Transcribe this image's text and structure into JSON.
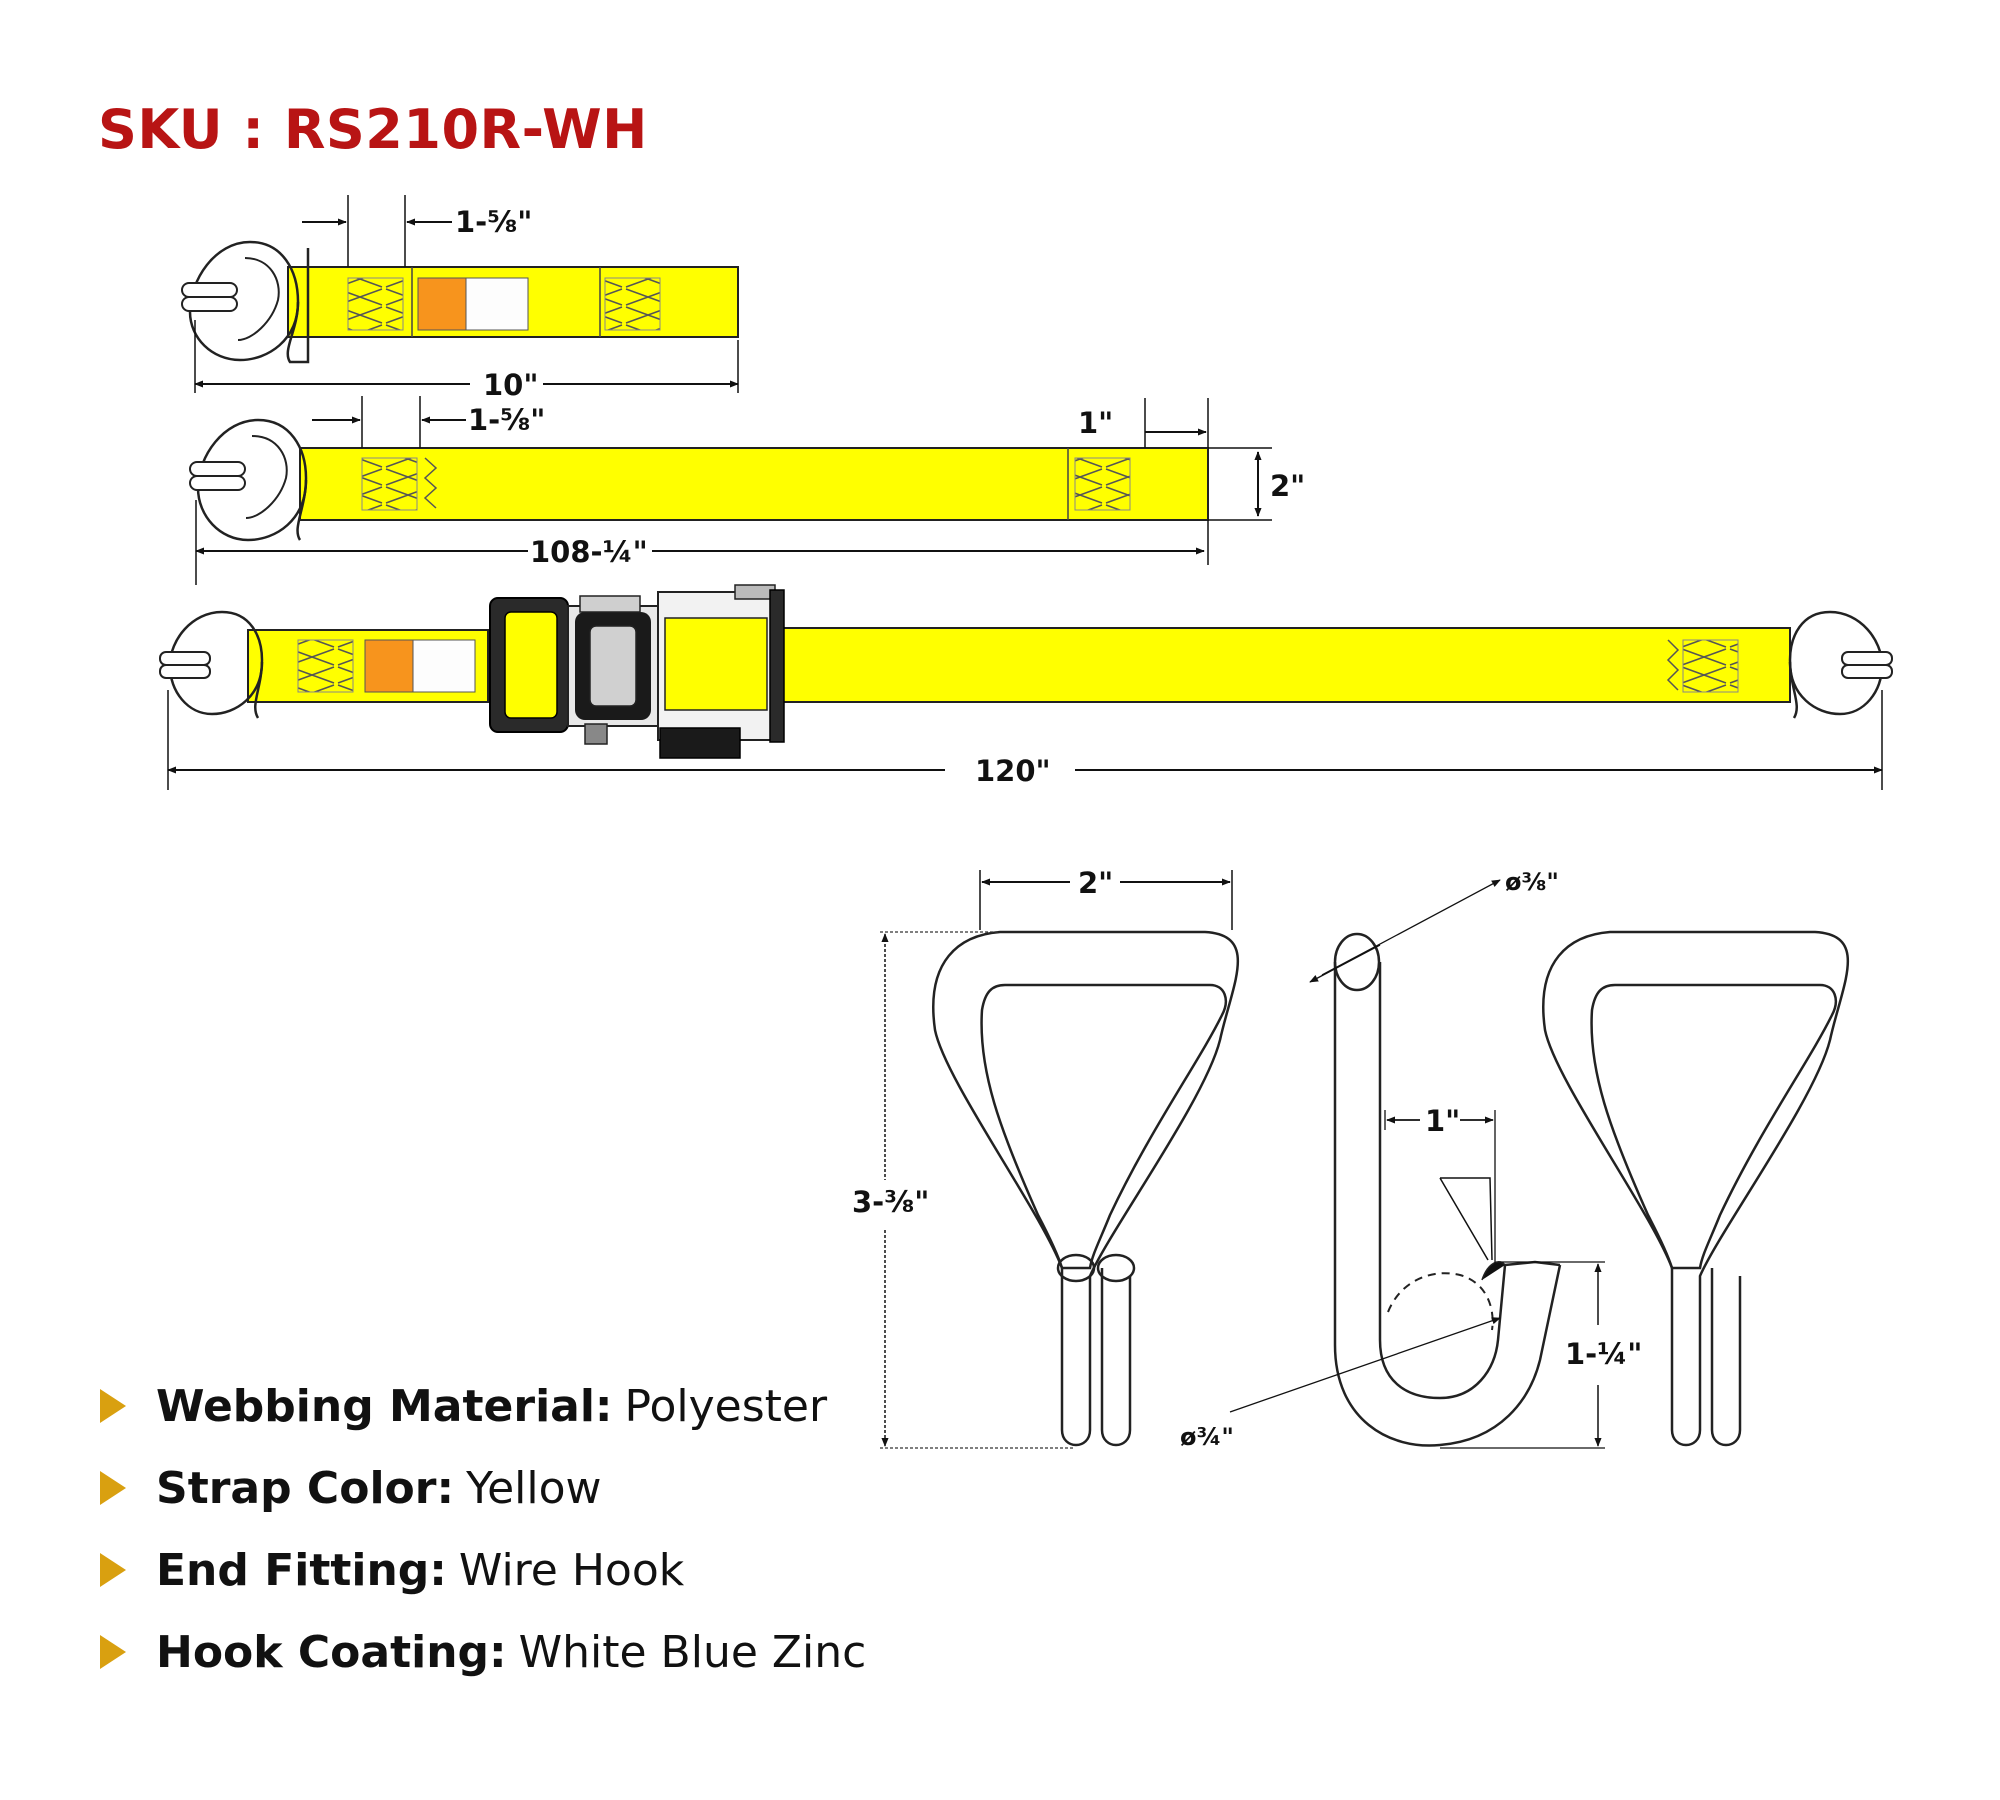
{
  "sku": {
    "text": "SKU : RS210R-WH"
  },
  "dimensions": {
    "short_strap_stitch": "1-⅝\"",
    "short_strap_length": "10\"",
    "long_strap_stitch": "1-⅝\"",
    "long_strap_end": "1\"",
    "strap_width": "2\"",
    "long_strap_length": "108-¼\"",
    "assembled_length": "120\"",
    "hook_width": "2\"",
    "hook_height": "3-⅜\"",
    "wire_diameter": "ø⅜\"",
    "hook_throat": "1\"",
    "hook_depth": "1-¼\"",
    "hook_bend_diameter": "ø¾\""
  },
  "colors": {
    "strap_yellow": "#ffff00",
    "label_orange": "#f7941d",
    "sku_red": "#b81414",
    "bullet_gold": "#d9a010"
  },
  "specs": [
    {
      "label": "Webbing Material:",
      "value": "Polyester"
    },
    {
      "label": "Strap Color:",
      "value": "Yellow"
    },
    {
      "label": "End Fitting:",
      "value": "Wire Hook"
    },
    {
      "label": "Hook Coating:",
      "value": "White Blue Zinc"
    }
  ]
}
